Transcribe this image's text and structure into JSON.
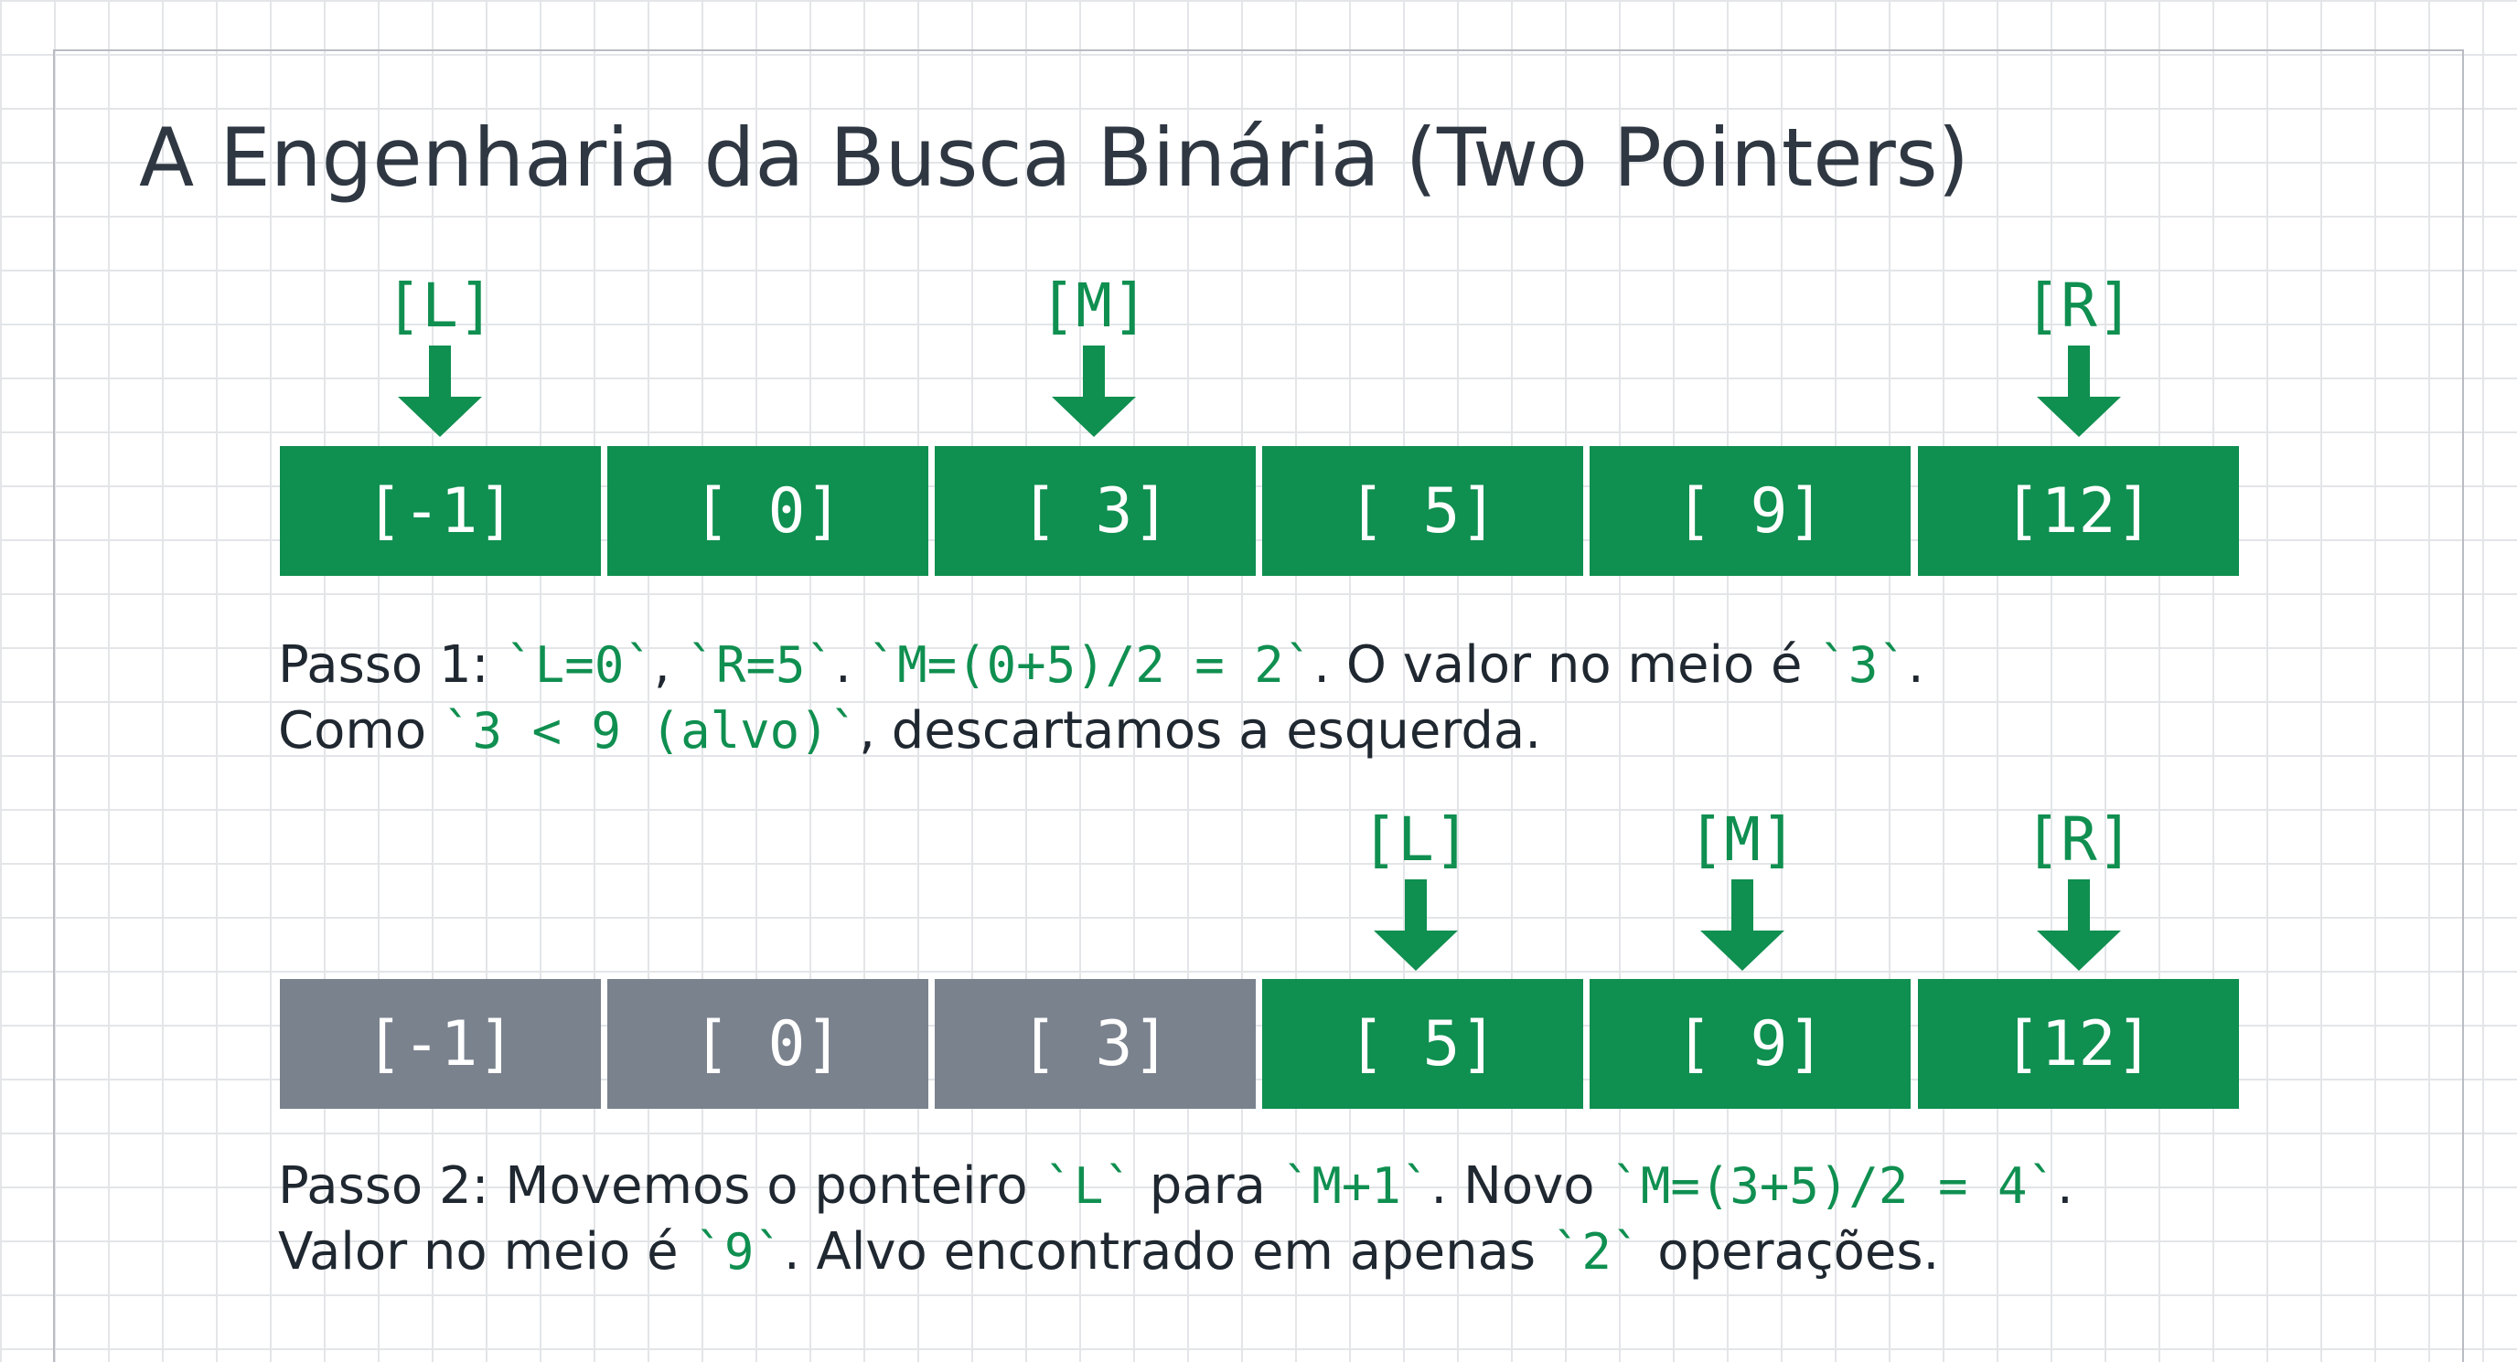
{
  "title": "A Engenharia da Busca Binária (Two Pointers)",
  "colors": {
    "active": "#0f8f50",
    "discarded": "#7a828d",
    "code": "#0f8f50",
    "text": "#1f2730"
  },
  "step1": {
    "cells": [
      "[-1]",
      "[ 0]",
      "[ 3]",
      "[ 5]",
      "[ 9]",
      "[12]"
    ],
    "pointers": {
      "left": "[L]",
      "mid": "[M]",
      "right": "[R]"
    },
    "line1": {
      "t1": "Passo 1: ",
      "c1": "`L=0`",
      "t2": ", ",
      "c2": "`R=5`",
      "t3": ". ",
      "c3": "`M=(0+5)/2 = 2`",
      "t4": ". O valor no meio é ",
      "c4": "`3`",
      "t5": "."
    },
    "line2": {
      "t1": "Como ",
      "c1": "`3 < 9 (alvo)`",
      "t2": ", descartamos a esquerda."
    }
  },
  "step2": {
    "cells": [
      "[-1]",
      "[ 0]",
      "[ 3]",
      "[ 5]",
      "[ 9]",
      "[12]"
    ],
    "pointers": {
      "left": "[L]",
      "mid": "[M]",
      "right": "[R]"
    },
    "line1": {
      "t1": "Passo 2: Movemos o ponteiro ",
      "c1": "`L`",
      "t2": " para ",
      "c2": "`M+1`",
      "t3": ". Novo ",
      "c3": "`M=(3+5)/2 = 4`",
      "t4": "."
    },
    "line2": {
      "t1": "Valor no meio é ",
      "c1": "`9`",
      "t2": ".  Alvo encontrado em apenas ",
      "c2": "`2`",
      "t3": " operações."
    }
  }
}
